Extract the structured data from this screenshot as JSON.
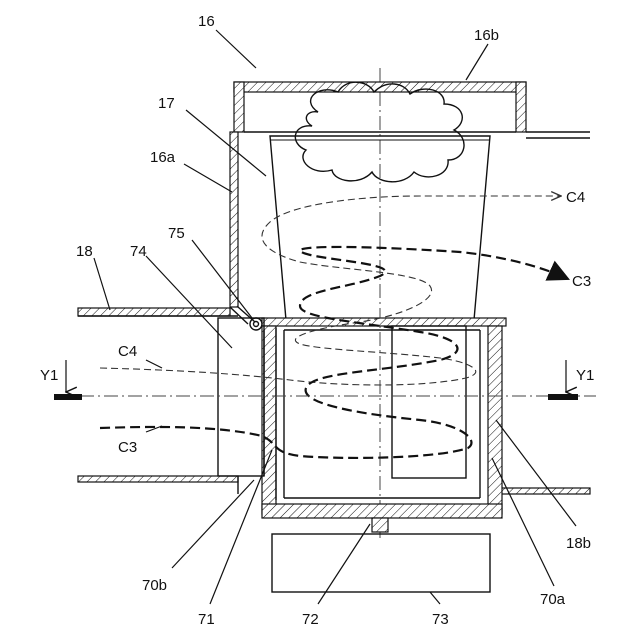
{
  "labels": {
    "l16": "16",
    "l16b": "16b",
    "l17": "17",
    "l16a": "16a",
    "l18": "18",
    "l74": "74",
    "l75": "75",
    "lC4_right": "C4",
    "lC3_right": "C3",
    "lC4_left": "C4",
    "lC3_left": "C3",
    "lY1_left": "Y1",
    "lY1_right": "Y1",
    "l18b": "18b",
    "l70b": "70b",
    "l71": "71",
    "l72": "72",
    "l73": "73",
    "l70a": "70a"
  }
}
